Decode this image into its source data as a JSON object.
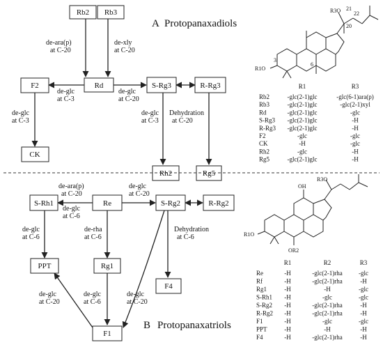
{
  "panel_a": {
    "letter": "A",
    "title": "Protopanaxadiols",
    "nodes": {
      "rb2": "Rb2",
      "rb3": "Rb3",
      "rd": "Rd",
      "f2": "F2",
      "srg3": "S-Rg3",
      "rrg3": "R-Rg3",
      "ck": "CK",
      "rh2": "Rh2",
      "rg5": "Rg5"
    },
    "edges": {
      "rb2_rd": [
        "de-ara(p)",
        "at C-20"
      ],
      "rb3_rd": [
        "de-xly",
        "at C-20"
      ],
      "rd_f2": [
        "de-glc",
        "at C-3"
      ],
      "rd_srg3": [
        "de-glc",
        "at C-20"
      ],
      "f2_ck": [
        "de-glc",
        "at C-3"
      ],
      "srg3_rh2": [
        "de-glc",
        "at C-3"
      ],
      "srg3_rg5": [
        "Dehydration",
        "at C-20"
      ]
    },
    "structure_atoms": [
      "R3O",
      "21",
      "22",
      "20",
      "R1O",
      "3",
      "6"
    ],
    "table": {
      "headers": [
        "",
        "R1",
        "R3"
      ],
      "rows": [
        [
          "Rb2",
          "-glc(2-1)glc",
          "-glc(6-1)ara(p)"
        ],
        [
          "Rb3",
          "-glc(2-1)glc",
          "-glc(2-1)xyl"
        ],
        [
          "Rd",
          "-glc(2-1)glc",
          "-glc"
        ],
        [
          "S-Rg3",
          "-glc(2-1)glc",
          "-H"
        ],
        [
          "R-Rg3",
          "-glc(2-1)glc",
          "-H"
        ],
        [
          "F2",
          "-glc",
          "-glc"
        ],
        [
          "CK",
          "-H",
          "-glc"
        ],
        [
          "Rh2",
          "-glc",
          "-H"
        ],
        [
          "Rg5",
          "-glc(2-1)glc",
          "-H"
        ]
      ]
    }
  },
  "panel_b": {
    "letter": "B",
    "title": "Protopanaxatriols",
    "nodes": {
      "srh1": "S-Rh1",
      "re": "Re",
      "srg2": "S-Rg2",
      "rrg2": "R-Rg2",
      "ppt": "PPT",
      "rg1": "Rg1",
      "f4": "F4",
      "f1": "F1"
    },
    "edges": {
      "re_srh1_top": [
        "de-ara(p)",
        "at C-20"
      ],
      "re_srh1_bot": [
        "de-glc",
        "at C-6"
      ],
      "re_srg2": [
        "de-glc",
        "at C-20"
      ],
      "srh1_ppt": [
        "de-glc",
        "at C-6"
      ],
      "re_rg1": [
        "de-rha",
        "at C-6"
      ],
      "srg2_f4": [
        "Dehydration",
        "at C-6"
      ],
      "f1_ppt": [
        "de-glc",
        "at C-20"
      ],
      "rg1_f1": [
        "de-glc",
        "at C-6"
      ],
      "srg2_f1": [
        "de-glc",
        "at C-20"
      ]
    },
    "structure_atoms": [
      "OH",
      "R3O",
      "R1O",
      "OR2"
    ],
    "table": {
      "headers": [
        "",
        "R1",
        "R2",
        "R3"
      ],
      "rows": [
        [
          "Re",
          "-H",
          "-glc(2-1)rha",
          "-glc"
        ],
        [
          "Rf",
          "-H",
          "-glc(2-1)rha",
          "-H"
        ],
        [
          "Rg1",
          "-H",
          "-H",
          "-glc"
        ],
        [
          "S-Rh1",
          "-H",
          "-glc",
          "-glc"
        ],
        [
          "S-Rg2",
          "-H",
          "-glc(2-1)rha",
          "-H"
        ],
        [
          "R-Rg2",
          "-H",
          "-glc(2-1)rha",
          "-H"
        ],
        [
          "F1",
          "-H",
          "-glc",
          "-glc"
        ],
        [
          "PPT",
          "-H",
          "-H",
          "-H"
        ],
        [
          "F4",
          "-H",
          "-glc(2-1)rha",
          "-H"
        ]
      ]
    }
  }
}
